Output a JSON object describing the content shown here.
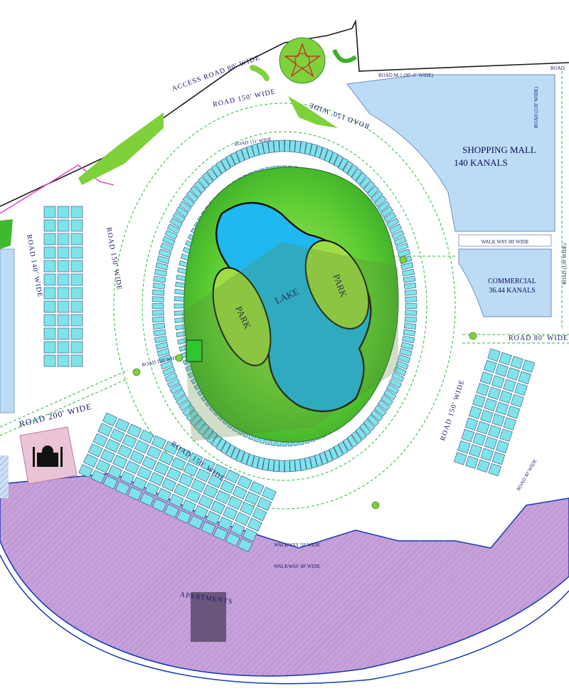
{
  "areas": {
    "shopping_mall": "SHOPPING MALL",
    "shopping_mall_size": "140 KANALS",
    "commercial": "COMMERCIAL",
    "commercial_size": "36.44 KANALS",
    "lake": "LAKE",
    "park_left": "PARK",
    "park_right": "PARK",
    "apartments": "APARTMENTS"
  },
  "roads": {
    "access_road": "ACCESS ROAD 80' WIDE",
    "road_m1": "ROAD M-1 (90'-0\" WIDE)",
    "road_top_right": "ROAD",
    "road_120_upper": "ROAD (120' WIDE)",
    "road_120_lower": "ROAD (120' WIDE)",
    "walk_way": "WALK WAY 80' WIDE",
    "road_80": "ROAD 80' WIDE",
    "road_200": "ROAD 200' WIDE",
    "road_150_left": "ROAD 150' WIDE",
    "road_150_short": "ROAD 150' WIDE",
    "road_140": "ROAD 140' WIDE",
    "road_150_top": "ROAD 150' WIDE",
    "road_111_top": "ROAD 111' WIDE",
    "road_150_right": "ROAD 150' WIDE",
    "road_150_east": "ROAD 150' WIDE",
    "road_150_bottom": "ROAD 150' WIDE",
    "walkway_50": "WALKWAY 50' WIDE",
    "walkway_40": "WALKWAY 40' WIDE",
    "road_40": "ROAD 40' WIDE"
  },
  "colors": {
    "plot": "#7fe3ea",
    "park_green": "#5cc63b",
    "lake_blue": "#1fb8f0",
    "commercial_blue": "#bcdcf5",
    "apartment_purple": "#c7a3d9",
    "road_dash": "#2bbb3a",
    "boundary": "#1a1a1a"
  }
}
